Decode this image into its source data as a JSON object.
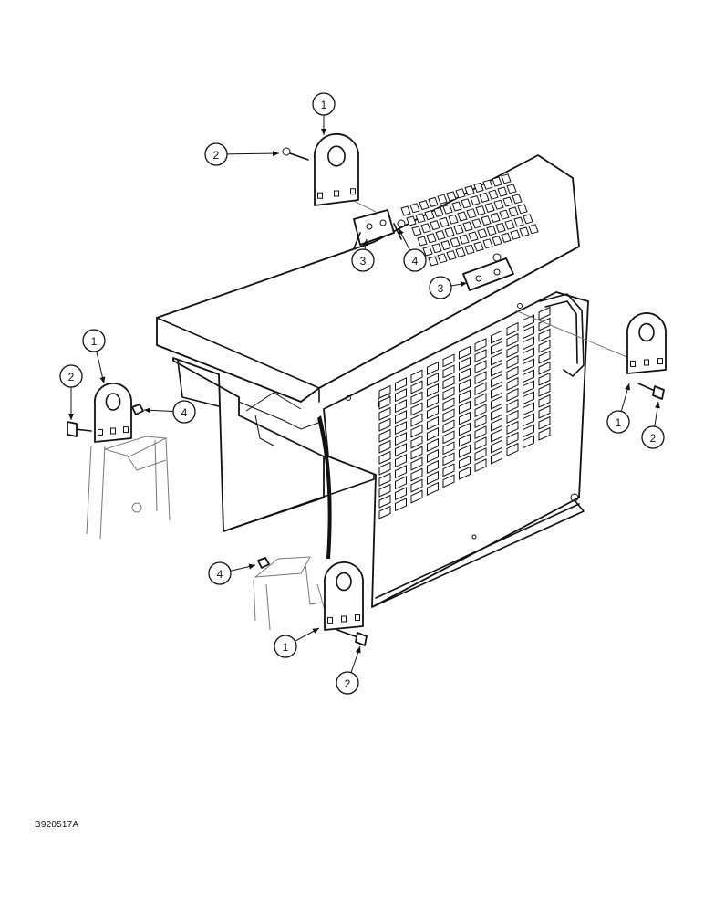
{
  "figure_code": "B920517A",
  "part_labels": {
    "mount_plate": "1",
    "bolt": "2",
    "bracket": "3",
    "nut": "4"
  }
}
